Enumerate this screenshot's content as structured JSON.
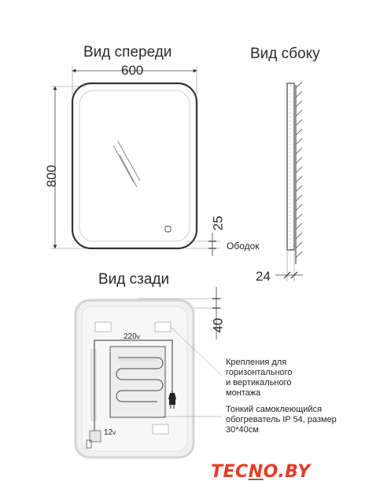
{
  "views": {
    "front": "Вид спереди",
    "side": "Вид сбоку",
    "back": "Вид сзади"
  },
  "dimensions": {
    "width": "600",
    "height": "800",
    "bezel": "25",
    "depth": "24",
    "offset": "40"
  },
  "labels": {
    "bezel": "Ободок",
    "voltage_main": "220",
    "voltage_main_unit": "v",
    "voltage_low": "12",
    "voltage_low_unit": "v"
  },
  "notes": {
    "mounts": [
      "Крепления для",
      "горизонтального",
      "и вертикального",
      "монтажа"
    ],
    "heater": [
      "Тонкий самоклеющийся",
      "обогреватель IP 54, размер",
      "30*40см"
    ]
  },
  "logo": {
    "part1": "TEC",
    "part2": "N",
    "part3": "O.BY",
    "color": "#e53b2a"
  }
}
